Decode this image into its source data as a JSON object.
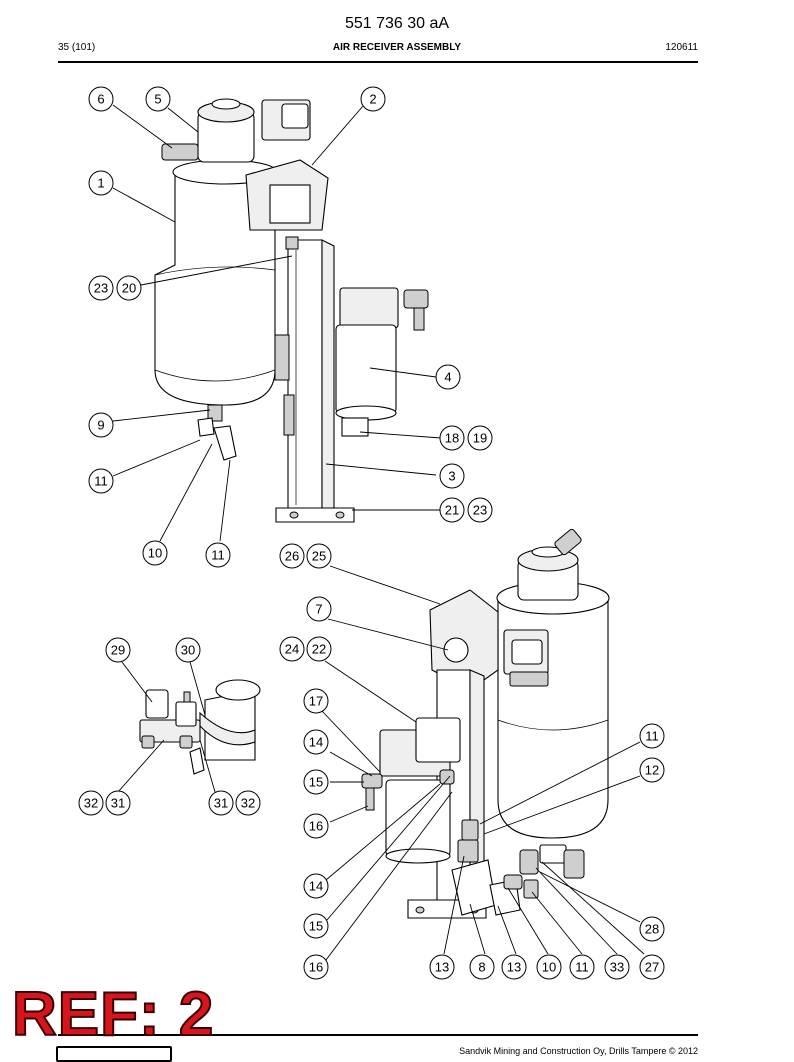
{
  "header": {
    "part_number": "551 736 30 aA",
    "page": "35 (101)",
    "title": "AIR RECEIVER ASSEMBLY",
    "date_code": "120611"
  },
  "footer": {
    "copyright": "Sandvik Mining and Construction Oy, Drills Tampere © 2012"
  },
  "stamp": {
    "ref_label": "REF: 2"
  },
  "callouts": {
    "c6": "6",
    "c5": "5",
    "c2": "2",
    "c1": "1",
    "c23a": "23",
    "c20": "20",
    "c4": "4",
    "c9": "9",
    "c18": "18",
    "c19": "19",
    "c3": "3",
    "c11a": "11",
    "c21": "21",
    "c23b": "23",
    "c10a": "10",
    "c11b": "11",
    "c26": "26",
    "c25": "25",
    "c7": "7",
    "c29": "29",
    "c30": "30",
    "c24": "24",
    "c22": "22",
    "c17": "17",
    "c14a": "14",
    "c11c": "11",
    "c15a": "15",
    "c12": "12",
    "c32a": "32",
    "c31a": "31",
    "c31b": "31",
    "c32b": "32",
    "c16a": "16",
    "c14b": "14",
    "c15b": "15",
    "c28": "28",
    "c16b": "16",
    "c13a": "13",
    "c8": "8",
    "c13b": "13",
    "c10b": "10",
    "c11d": "11",
    "c33": "33",
    "c27": "27"
  }
}
